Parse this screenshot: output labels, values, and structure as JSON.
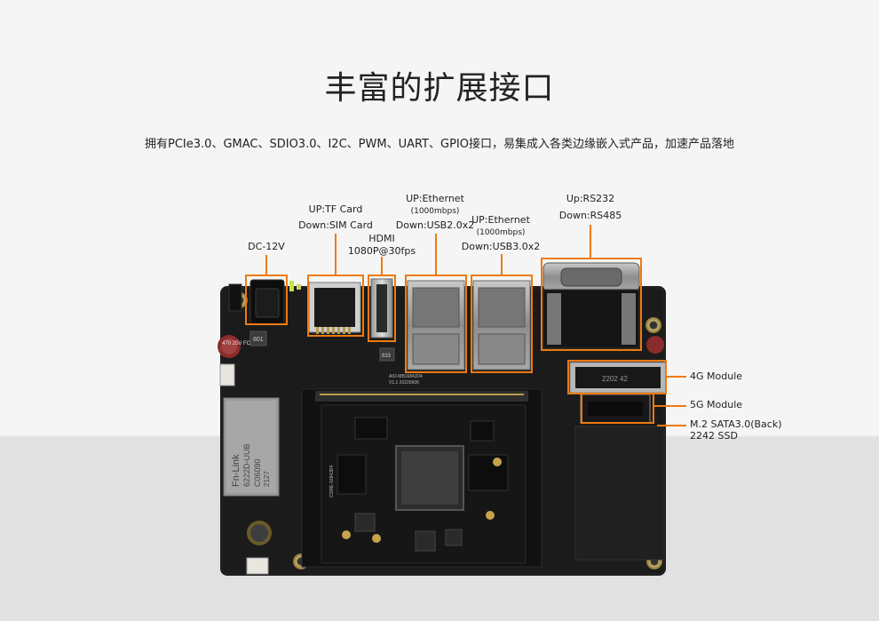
{
  "heading": {
    "title": "丰富的扩展接口",
    "subtitle": "拥有PCIe3.0、GMAC、SDIO3.0、I2C、PWM、UART、GPIO接口，易集成入各类边缘嵌入式产品，加速产品落地"
  },
  "callouts": {
    "dc": "DC-12V",
    "tf_up": "UP:TF Card",
    "sim_down": "Down:SIM Card",
    "hdmi_1": "HDMI",
    "hdmi_2": "1080P@30fps",
    "eth1_up": "UP:Ethernet",
    "eth1_speed": "(1000mbps)",
    "eth1_down": "Down:USB2.0x2",
    "eth2_up": "UP:Ethernet",
    "eth2_speed": "(1000mbps)",
    "eth2_down": "Down:USB3.0x2",
    "serial_up": "Up:RS232",
    "serial_down": "Down:RS485",
    "mod4g": "4G Module",
    "mod5g": "5G Module",
    "m2_1": "M.2 SATA3.0(Back)",
    "m2_2": "2242 SSD"
  },
  "board_silk": {
    "wifi_brand": "Fn-Link",
    "wifi_model": "6222D-UUB",
    "wifi_code": "C06090",
    "wifi_lot": "2127",
    "board_id": "AIO-MB1684JD4",
    "board_ver": "V1.1 20220606",
    "m2_code": "2202 42",
    "core_label": "CORE-1684JD4",
    "cap": "470 25V FC",
    "ind1": "833",
    "ind2": "801"
  },
  "colors": {
    "accent": "#ee7a10",
    "board": "#1b1b1b",
    "background_top": "#f5f5f5",
    "background_bottom": "#e1e1e1"
  }
}
